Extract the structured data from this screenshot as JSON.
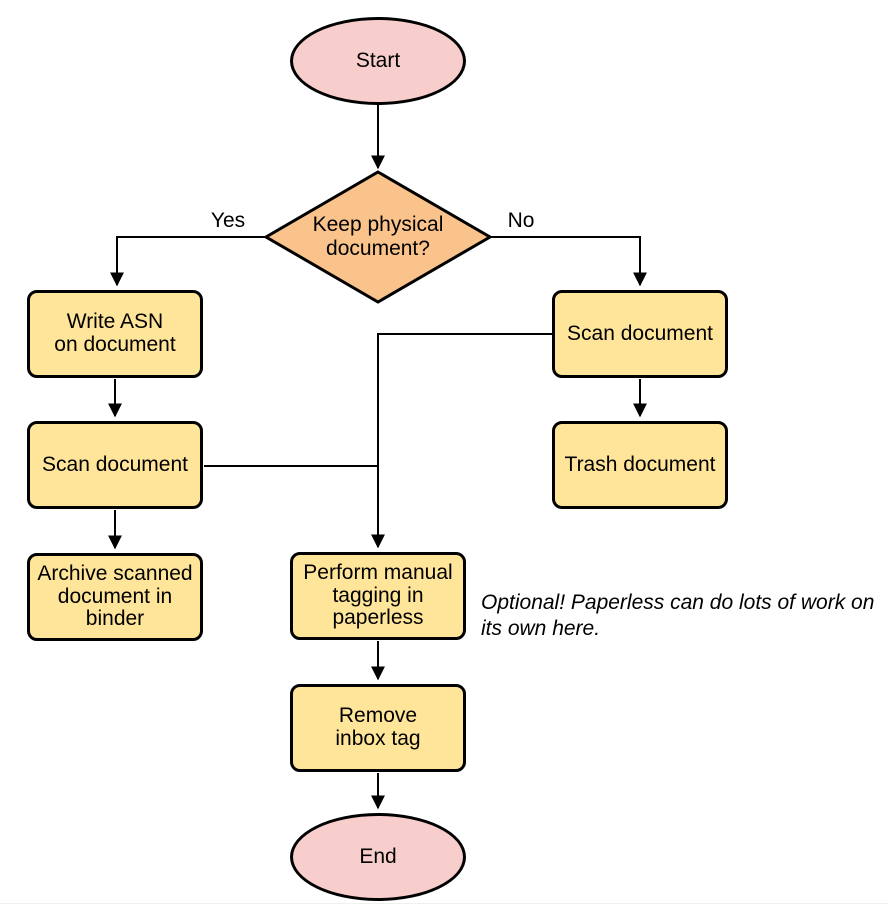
{
  "diagram": {
    "type": "flowchart",
    "nodes": {
      "start": "Start",
      "decision": "Keep physical\ndocument?",
      "write_asn": "Write ASN\non document",
      "scan_left": "Scan document",
      "archive": "Archive scanned\ndocument in\nbinder",
      "scan_right": "Scan document",
      "trash": "Trash document",
      "tagging": "Perform manual\ntagging in\npaperless",
      "remove_inbox": "Remove\ninbox tag",
      "end": "End"
    },
    "edge_labels": {
      "yes": "Yes",
      "no": "No"
    },
    "note": "Optional! Paperless can do lots of work on\nits own here.",
    "colors": {
      "terminal_fill": "#F8CECC",
      "decision_fill": "#F9C38B",
      "process_fill": "#FFE599",
      "stroke": "#000000",
      "text": "#000000"
    }
  }
}
